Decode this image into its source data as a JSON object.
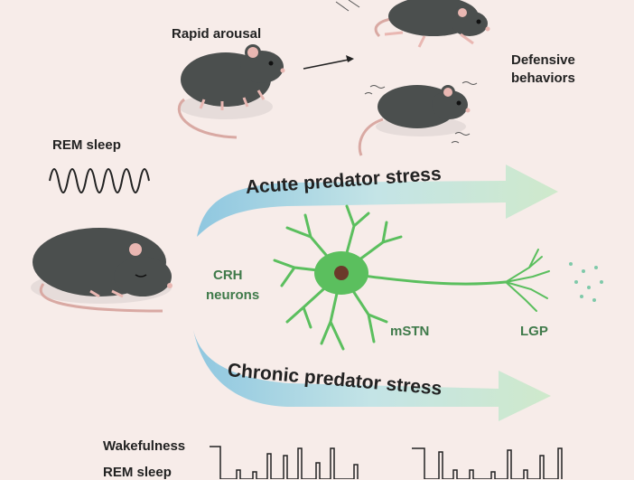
{
  "labels": {
    "rapid_arousal": "Rapid arousal",
    "defensive_line1": "Defensive",
    "defensive_line2": "behaviors",
    "rem_sleep": "REM sleep",
    "acute_stress": "Acute predator stress",
    "chronic_stress": "Chronic predator stress",
    "crh_line1": "CRH",
    "crh_line2": "neurons",
    "mstn": "mSTN",
    "lgp": "LGP",
    "wakefulness": "Wakefulness",
    "rem_sleep_bottom": "REM sleep"
  },
  "colors": {
    "background": "#f7ece9",
    "mouse_body": "#4b4f4e",
    "mouse_pink": "#e9b7b2",
    "neuron_green": "#5bbf5e",
    "neuron_nucleus": "#6b3a2a",
    "arrow_blue": "#a9d3e6",
    "arrow_green": "#cfe8cc",
    "text_green": "#3f7a4a"
  },
  "icons": [
    "mouse-icon",
    "neuron-icon",
    "eeg-wave-icon",
    "curved-arrow-icon"
  ]
}
